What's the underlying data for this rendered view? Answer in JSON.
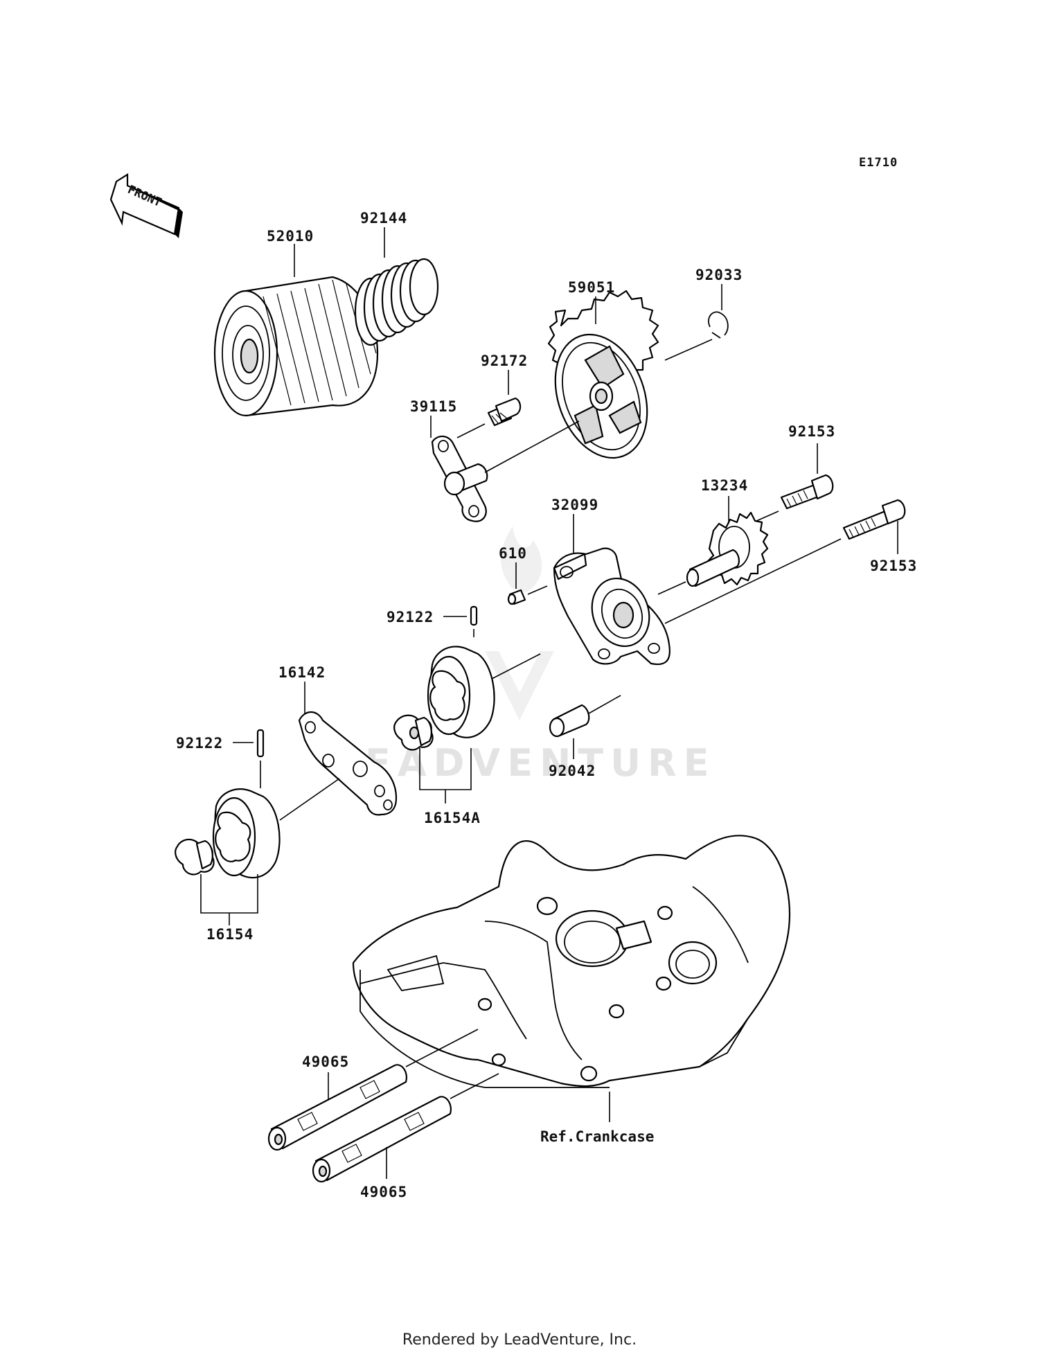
{
  "diagram": {
    "code": "E1710",
    "front_label": "FRONT",
    "watermark": "LEADVENTURE",
    "parts": {
      "p52010": "52010",
      "p92144": "92144",
      "p59051": "59051",
      "p92033": "92033",
      "p92172": "92172",
      "p39115": "39115",
      "p92153a": "92153",
      "p92153b": "92153",
      "p13234": "13234",
      "p32099": "32099",
      "p610": "610",
      "p92122a": "92122",
      "p92122b": "92122",
      "p16142": "16142",
      "p92042": "92042",
      "p16154A": "16154A",
      "p16154": "16154",
      "p49065a": "49065",
      "p49065b": "49065"
    },
    "ref_crankcase": "Ref.Crankcase"
  },
  "footer": {
    "text": "Rendered by LeadVenture, Inc."
  }
}
